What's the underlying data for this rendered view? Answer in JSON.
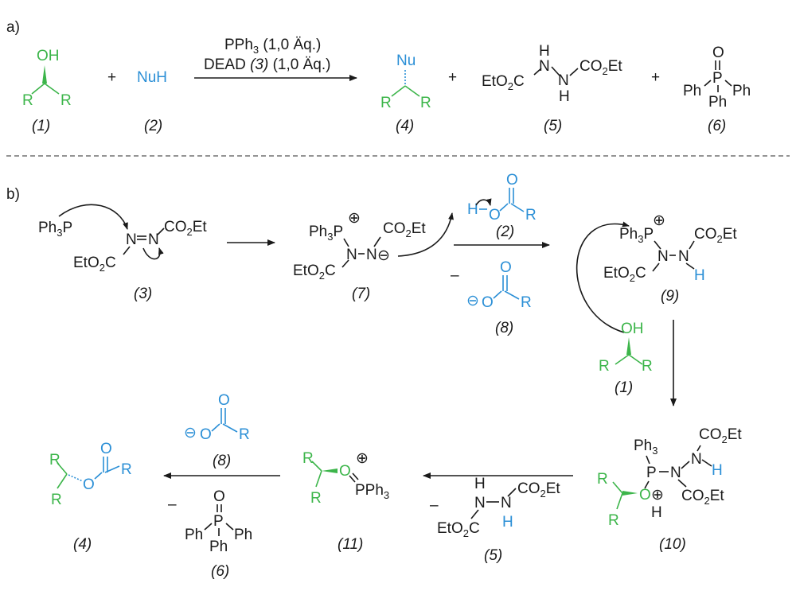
{
  "sections": {
    "a": "a)",
    "b": "b)"
  },
  "reagents": {
    "line1": "PPh",
    "line1_sub": "3",
    "line1_tail": " (1,0 Äq.)",
    "line2_pre": "DEAD ",
    "line2_ref": "(3)",
    "line2_tail": " (1,0 Äq.)"
  },
  "atoms": {
    "OH": "OH",
    "R": "R",
    "NuH": "NuH",
    "Nu": "Nu",
    "H": "H",
    "N": "N",
    "O": "O",
    "P": "P",
    "Ph": "Ph",
    "Ph3P": "Ph",
    "sub3": "3",
    "CO2Et_a": "CO",
    "CO2Et_b": "2",
    "CO2Et_c": "Et",
    "EtO2C_a": "EtO",
    "EtO2C_b": "2",
    "EtO2C_c": "C",
    "PPh3": "PPh",
    "Ph3": "Ph",
    "plus": "+",
    "minus": "–",
    "charge_plus": "⊕",
    "charge_minus": "⊖"
  },
  "labels": {
    "c1": "(1)",
    "c2": "(2)",
    "c3": "(3)",
    "c4": "(4)",
    "c5": "(5)",
    "c6": "(6)",
    "c7": "(7)",
    "c8": "(8)",
    "c9": "(9)",
    "c10": "(10)",
    "c11": "(11)"
  },
  "colors": {
    "green": "#3cb54a",
    "blue": "#2b8fd6",
    "black": "#1a1a1a"
  }
}
